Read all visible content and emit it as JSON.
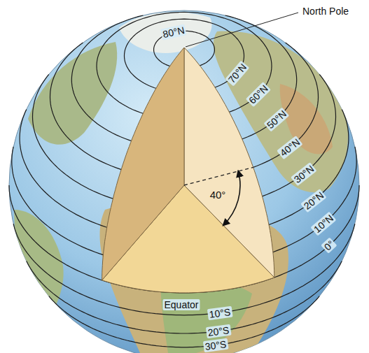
{
  "diagram": {
    "labels": [
      "North Pole",
      "80°N",
      "70°N",
      "60°N",
      "50°N",
      "40°N",
      "30°N",
      "20°N",
      "10°N",
      "0°",
      "40°",
      "Equator",
      "10°S",
      "20°S",
      "30°S"
    ]
  }
}
